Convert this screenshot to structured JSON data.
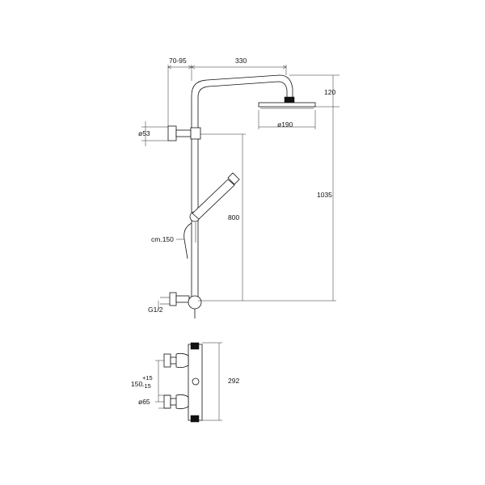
{
  "dimensions": {
    "wall_offset": "70-95",
    "arm_reach": "330",
    "head_drop": "120",
    "head_diameter": "ø190",
    "bracket_diameter": "ø53",
    "rail_height": "1035",
    "bracket_to_inlet": "800",
    "hose_length": "cm.150",
    "inlet_thread": "G1/2",
    "mixer_height": "292",
    "inlet_spacing_base": "150",
    "inlet_spacing_plus": "+15",
    "inlet_spacing_minus": "-15",
    "escutcheon_diameter": "ø65"
  }
}
